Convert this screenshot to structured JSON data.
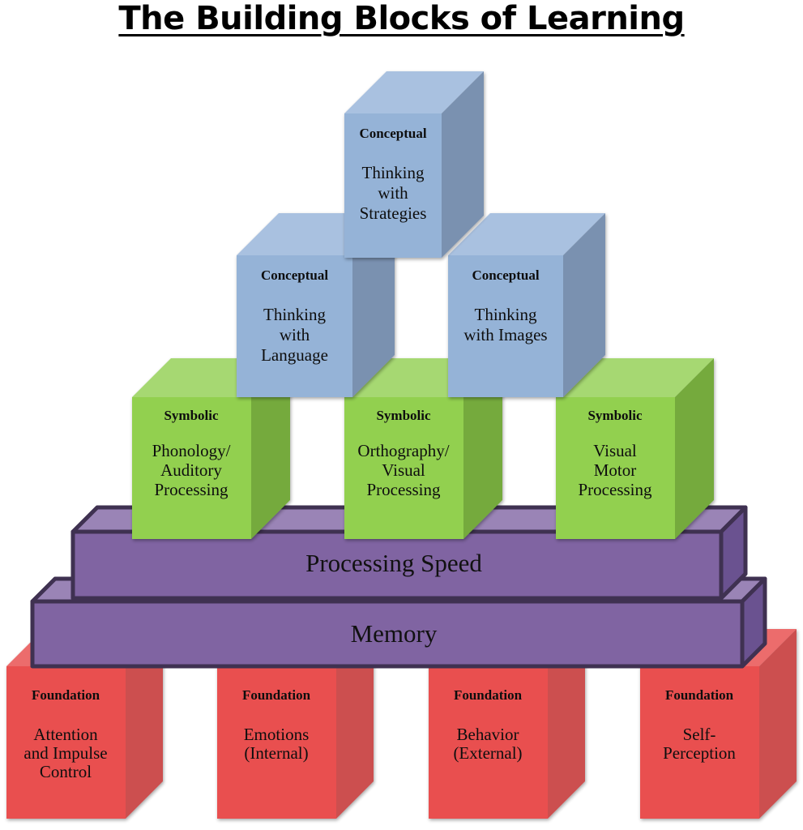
{
  "title": "The Building Blocks of Learning",
  "colors": {
    "conceptual": {
      "front": "#95b3d7",
      "top": "#a9c1e0",
      "side": "#7a91b0"
    },
    "symbolic": {
      "front": "#92d050",
      "top": "#a6d872",
      "side": "#74aa3e"
    },
    "band": {
      "front": "#8064a2",
      "top": "#9a84b6",
      "side": "#6a5290",
      "stroke": "#3f3151"
    },
    "foundation": {
      "front": "#e95050",
      "top": "#ec6c6c",
      "side": "#cc5050"
    }
  },
  "levels": {
    "conceptual": [
      {
        "category": "Conceptual",
        "lines": [
          "Thinking",
          "with",
          "Strategies"
        ]
      },
      {
        "category": "Conceptual",
        "lines": [
          "Thinking",
          "with",
          "Language"
        ]
      },
      {
        "category": "Conceptual",
        "lines": [
          "Thinking",
          "with Images"
        ]
      }
    ],
    "symbolic": [
      {
        "category": "Symbolic",
        "lines": [
          "Phonology/",
          "Auditory",
          "Processing"
        ]
      },
      {
        "category": "Symbolic",
        "lines": [
          "Orthography/",
          "Visual",
          "Processing"
        ]
      },
      {
        "category": "Symbolic",
        "lines": [
          "Visual",
          "Motor",
          "Processing"
        ]
      }
    ],
    "bands": [
      {
        "label": "Processing Speed"
      },
      {
        "label": "Memory"
      }
    ],
    "foundation": [
      {
        "category": "Foundation",
        "lines": [
          "Attention",
          "and Impulse",
          "Control"
        ]
      },
      {
        "category": "Foundation",
        "lines": [
          "Emotions",
          "(Internal)"
        ]
      },
      {
        "category": "Foundation",
        "lines": [
          "Behavior",
          "(External)"
        ]
      },
      {
        "category": "Foundation",
        "lines": [
          "Self-",
          "Perception"
        ]
      }
    ]
  }
}
